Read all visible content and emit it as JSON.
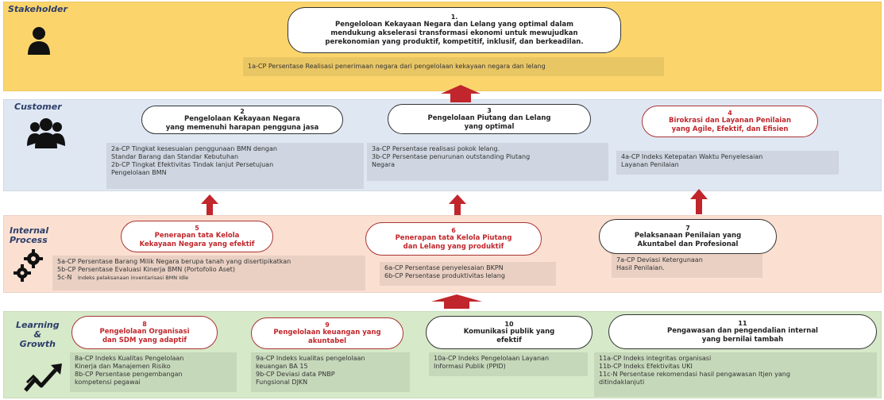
{
  "perspectives": {
    "stakeholder": "Stakeholder",
    "customer": "Customer",
    "internal": [
      "Internal",
      "Process"
    ],
    "learning": [
      "Learning",
      "&",
      "Growth"
    ]
  },
  "objectives": {
    "o1": {
      "num": "1.",
      "lines": [
        "Pengeloloan Kekayaan Negara dan Lelang yang optimal dalam",
        "mendukung akselerasi transformasi ekonomi untuk mewujudkan",
        "perekonomian yang produktif, kompetitif, inklusif, dan berkeadilan."
      ]
    },
    "o2": {
      "num": "2",
      "lines": [
        "Pengelolaan Kekayaan Negara",
        "yang memenuhi harapan pengguna jasa"
      ]
    },
    "o3": {
      "num": "3",
      "lines": [
        "Pengelolaan Piutang dan Lelang",
        "yang optimal"
      ]
    },
    "o4": {
      "num": "4",
      "lines": [
        "Birokrasi dan Layanan Penilaian",
        "yang Agile, Efektif, dan Efisien"
      ]
    },
    "o5": {
      "num": "5",
      "lines": [
        "Penerapan tata Kelola",
        "Kekayaan Negara yang efektif"
      ]
    },
    "o6": {
      "num": "6",
      "lines": [
        "Penerapan tata Kelola Piutang",
        "dan Lelang yang produktif"
      ]
    },
    "o7": {
      "num": "7",
      "lines": [
        "Pelaksanaan Penilaian yang",
        "Akuntabel dan Profesional"
      ]
    },
    "o8": {
      "num": "8",
      "lines": [
        "Pengelolaan Organisasi",
        "dan SDM yang adaptif"
      ]
    },
    "o9": {
      "num": "9",
      "lines": [
        "Pengelolaan keuangan yang",
        "akuntabel"
      ]
    },
    "o10": {
      "num": "10",
      "lines": [
        "Komunikasi publik yang",
        "efektif"
      ]
    },
    "o11": {
      "num": "11",
      "lines": [
        "Pengawasan dan pengendalian internal",
        "yang bernilai tambah"
      ]
    }
  },
  "kpis": {
    "k1": [
      "1a-CP Persentase  Realisasi penerimaan negara dari pengelolaan kekayaan negara dan lelang"
    ],
    "k2": [
      "2a-CP Tingkat kesesuaian penggunaan BMN dengan",
      "      Standar Barang dan Standar Kebutuhan",
      "2b-CP Tingkat Efektivitas Tindak lanjut Persetujuan",
      "      Pengelolaan BMN"
    ],
    "k3": [
      "3a-CP Persentase  realisasi pokok lelang.",
      "3b-CP Persentase  penurunan outstanding Piutang",
      "      Negara"
    ],
    "k4": [
      "4a-CP  Indeks Ketepatan Waktu Penyelesaian",
      "      Layanan Penilaian"
    ],
    "k5": [
      "5a-CP Persentase  Barang Milik Negara  berupa tanah yang disertipikatkan",
      "5b-CP Persentase  Evaluasi Kinerja BMN (Portofolio Aset)"
    ],
    "k5c": {
      "code": "5c-N",
      "text": "Indeks pelaksanaan inventarisasi BMN Idle"
    },
    "k6": [
      "6a-CP Persentase  penyelesaian  BKPN",
      "6b-CP Persentase  produktivitas lelang"
    ],
    "k7": [
      "7a-CP Deviasi Ketergunaan",
      "      Hasil Penilaian."
    ],
    "k8": [
      "8a-CP Indeks Kualitas Pengelolaan",
      "Kinerja dan Manajemen Risiko",
      "8b-CP Persentase  pengembangan",
      "kompetensi pegawai"
    ],
    "k9": [
      "9a-CP Indeks kualitas pengelolaan",
      "      keuangan BA 15",
      "9b-CP Deviasi data PNBP",
      "      Fungsional DJKN"
    ],
    "k10": [
      "10a-CP Indeks Pengelolaan Layanan",
      "      Informasi Publik (PPID)"
    ],
    "k11": [
      "11a-CP Indeks integritas organisasi",
      "11b-CP Indeks Efektivitas UKI",
      "11c-N Persentase rekomendasi hasil pengawasan Itjen yang",
      "ditindaklanjuti"
    ]
  },
  "icons": [
    "person-icon",
    "group-icon",
    "gears-icon",
    "growth-arrow-icon",
    "up-arrow-icon"
  ],
  "colors": {
    "stakeholder_band": "#fbd56c",
    "customer_band": "#dfe7f3",
    "internal_band": "#fbe0d2",
    "learning_band": "#d6e9c9",
    "arrow": "#c0262b",
    "red_text": "#c0262b"
  }
}
